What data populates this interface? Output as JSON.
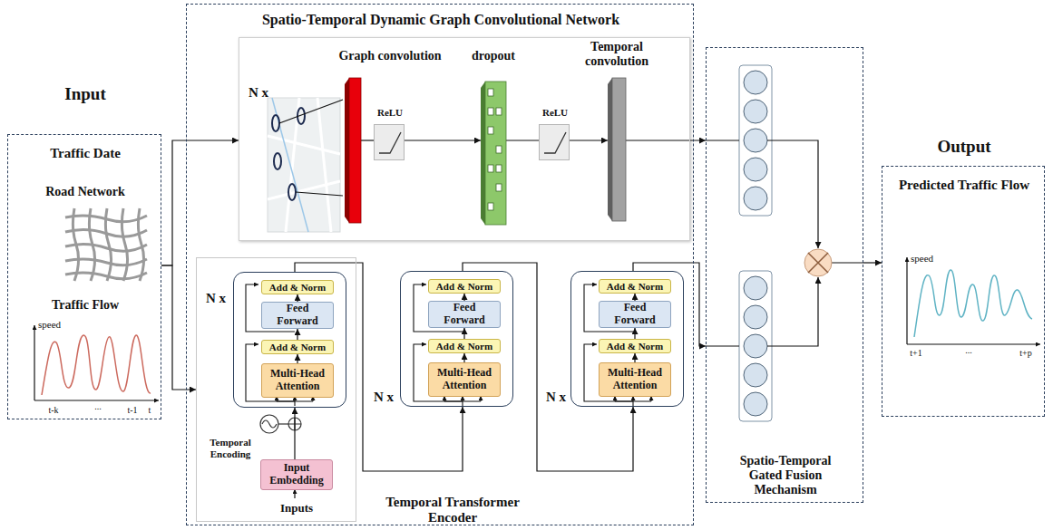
{
  "diagram": {
    "nodes": [
      {
        "text": [
          "Input",
          "Traffic Date",
          "Road Network",
          "Traffic Flow"
        ]
      },
      {
        "text": [
          "Spatio-Temporal Dynamic Graph Convolutional Network",
          "Temporal Transformer Encoder"
        ]
      },
      {
        "text": [
          "N x"
        ],
        "in": 1
      },
      {
        "text": [
          "Graph convolution"
        ],
        "in": 2
      },
      {
        "text": [
          "ReLU"
        ],
        "in": 2
      },
      {
        "text": [
          "dropout"
        ],
        "in": 2
      },
      {
        "text": [
          "ReLU"
        ],
        "in": 2
      },
      {
        "text": [
          "Temporal convolution"
        ],
        "in": 2
      },
      {
        "text": [
          "Temporal Encoding",
          "Inputs"
        ],
        "in": 1
      },
      {
        "text": [
          "N x"
        ],
        "in": 8
      },
      {
        "text": [
          "Add & Norm"
        ],
        "in": 9
      },
      {
        "text": [
          "Feed Forward"
        ],
        "in": 9
      },
      {
        "text": [
          "Add & Norm"
        ],
        "in": 9
      },
      {
        "text": [
          "Multi-Head Attention"
        ],
        "in": 9
      },
      {
        "text": [
          "Input Embedding"
        ],
        "in": 8
      },
      {
        "text": [
          "N x"
        ],
        "in": 1
      },
      {
        "text": [
          "Add & Norm"
        ],
        "in": 15
      },
      {
        "text": [
          "Feed Forward"
        ],
        "in": 15
      },
      {
        "text": [
          "Add & Norm"
        ],
        "in": 15
      },
      {
        "text": [
          "Multi-Head Attention"
        ],
        "in": 15
      },
      {
        "text": [
          "N x"
        ],
        "in": 1
      },
      {
        "text": [
          "Add & Norm"
        ],
        "in": 20
      },
      {
        "text": [
          "Feed Forward"
        ],
        "in": 20
      },
      {
        "text": [
          "Add & Norm"
        ],
        "in": 20
      },
      {
        "text": [
          "Multi-Head Attention"
        ],
        "in": 20
      },
      {
        "text": [
          "Spatio-Temporal Gated Fusion Mechanism"
        ]
      },
      {
        "text": [
          "Output",
          "Predicted Traffic Flow"
        ]
      }
    ],
    "edges": [
      {
        "from": 0,
        "to": 2,
        "arrow": "to"
      },
      {
        "from": 0,
        "to": 8,
        "arrow": "to"
      },
      {
        "from": 3,
        "to": 4,
        "arrow": "none"
      },
      {
        "from": 4,
        "to": 5,
        "arrow": "to"
      },
      {
        "from": 5,
        "to": 6,
        "arrow": "none"
      },
      {
        "from": 6,
        "to": 7,
        "arrow": "to"
      },
      {
        "from": 7,
        "to": 25,
        "arrow": "to"
      },
      {
        "from": 13,
        "to": 12,
        "arrow": "to"
      },
      {
        "from": 12,
        "to": 11,
        "arrow": "to"
      },
      {
        "from": 11,
        "to": 10,
        "arrow": "to"
      },
      {
        "from": 14,
        "to": 9,
        "arrow": "to"
      },
      {
        "from": 9,
        "to": 15,
        "arrow": "to"
      },
      {
        "from": 19,
        "to": 18,
        "arrow": "to"
      },
      {
        "from": 18,
        "to": 17,
        "arrow": "to"
      },
      {
        "from": 17,
        "to": 16,
        "arrow": "to"
      },
      {
        "from": 15,
        "to": 20,
        "arrow": "to"
      },
      {
        "from": 24,
        "to": 23,
        "arrow": "to"
      },
      {
        "from": 23,
        "to": 22,
        "arrow": "to"
      },
      {
        "from": 22,
        "to": 21,
        "arrow": "to"
      },
      {
        "from": 20,
        "to": 25,
        "arrow": "to"
      },
      {
        "from": 25,
        "to": 26,
        "arrow": "to"
      }
    ],
    "labels": [
      "speed",
      "t-k",
      "...",
      "t-1",
      "t",
      "speed",
      "t+1",
      "...",
      "t+p"
    ]
  }
}
